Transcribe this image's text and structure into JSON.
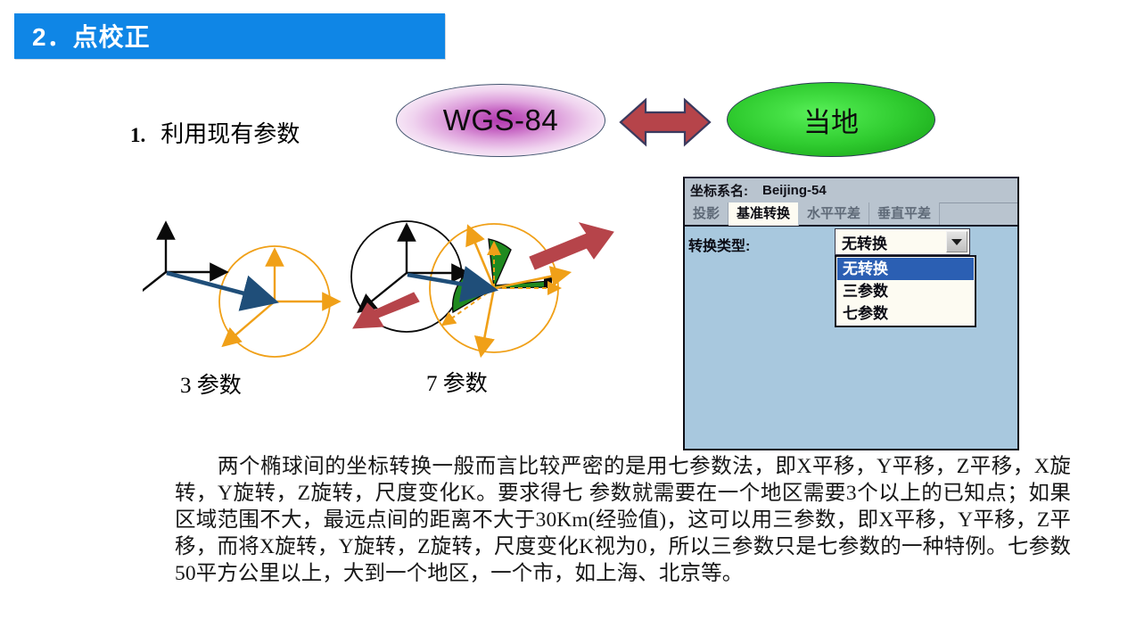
{
  "slide": {
    "title_number": "2．",
    "title_text": "点校正",
    "title_full": "2．点校正",
    "banner_color": "#0f86e6"
  },
  "bullet": {
    "number": "1.",
    "text": "利用现有参数"
  },
  "diagram_flow": {
    "source_ellipse": {
      "label": "WGS-84",
      "fill_center": "#b23ab0",
      "fill_edge": "#ffffff",
      "outline": "#41546e"
    },
    "arrow": {
      "name": "double-headed-arrow",
      "fill": "#b6444a",
      "outline": "#3b3a5e"
    },
    "target_ellipse": {
      "label": "当地",
      "fill_center": "#45e045",
      "fill_edge": "#18a018",
      "outline": "#2d3b55"
    }
  },
  "diagrams": [
    {
      "name": "three-parameter-diagram",
      "label": "3 参数",
      "colors": {
        "source_axes": "#0a0a0a",
        "target_axes": "#f0a018",
        "shift_vector": "#1f4e79"
      }
    },
    {
      "name": "seven-parameter-diagram",
      "label": "7 参数",
      "colors": {
        "source_axes": "#0a0a0a",
        "target_axes": "#f0a018",
        "shift_vector": "#1f4e79",
        "rotation_arc": "#1f8a1f",
        "block_arrow": "#b6444a"
      }
    }
  ],
  "dialog": {
    "coord_system_label": "坐标系名:",
    "coord_system_value": "Beijing-54",
    "tabs": [
      {
        "label": "投影",
        "active": false
      },
      {
        "label": "基准转换",
        "active": true
      },
      {
        "label": "水平平差",
        "active": false
      },
      {
        "label": "垂直平差",
        "active": false
      }
    ],
    "field_label": "转换类型:",
    "combo_value": "无转换",
    "combo_options": [
      {
        "label": "无转换",
        "selected": true
      },
      {
        "label": "三参数",
        "selected": false
      },
      {
        "label": "七参数",
        "selected": false
      }
    ],
    "colors": {
      "panel": "#a8c8de",
      "header": "#b9c4cf",
      "list_bg": "#fdfbf2",
      "highlight": "#2b5fb3"
    }
  },
  "paragraph": {
    "text": "两个椭球间的坐标转换一般而言比较严密的是用七参数法，即X平移，Y平移，Z平移，X旋转，Y旋转，Z旋转，尺度变化K。要求得七 参数就需要在一个地区需要3个以上的已知点；如果区域范围不大，最远点间的距离不大于30Km(经验值)，这可以用三参数，即X平移，Y平移，Z平移，而将X旋转，Y旋转，Z旋转，尺度变化K视为0，所以三参数只是七参数的一种特例。七参数50平方公里以上，大到一个地区，一个市，如上海、北京等。"
  }
}
